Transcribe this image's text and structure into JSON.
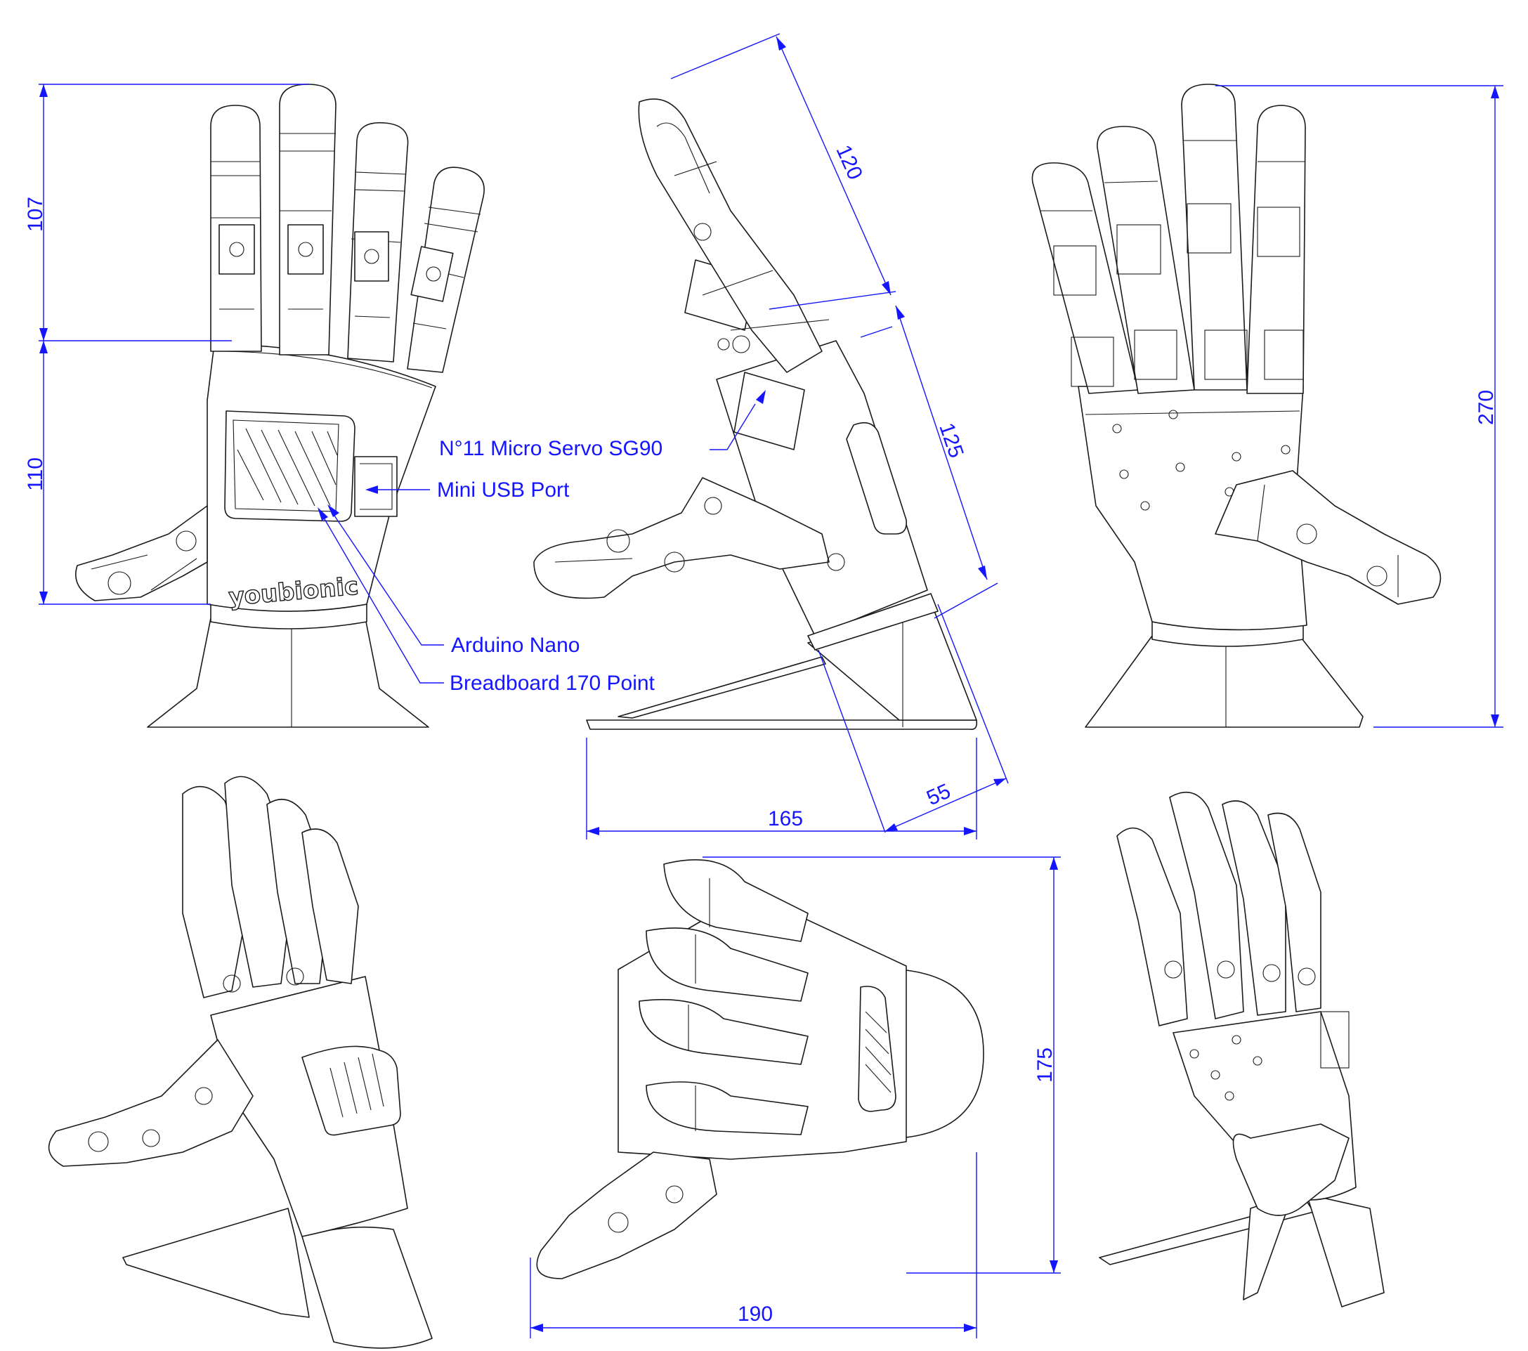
{
  "labels": {
    "servo": "N°11 Micro Servo SG90",
    "usb": "Mini USB Port",
    "arduino": "Arduino Nano",
    "breadboard": "Breadboard 170 Point"
  },
  "brand": "youbionic",
  "dimensions": {
    "finger_length": "107",
    "palm_height": "110",
    "finger_side": "120",
    "palm_side": "125",
    "total_height": "270",
    "base_width": "165",
    "base_depth": "55",
    "top_width": "190",
    "top_height": "175"
  },
  "colors": {
    "dimension": "#1515ff",
    "drawing": "#1a1a1a"
  }
}
